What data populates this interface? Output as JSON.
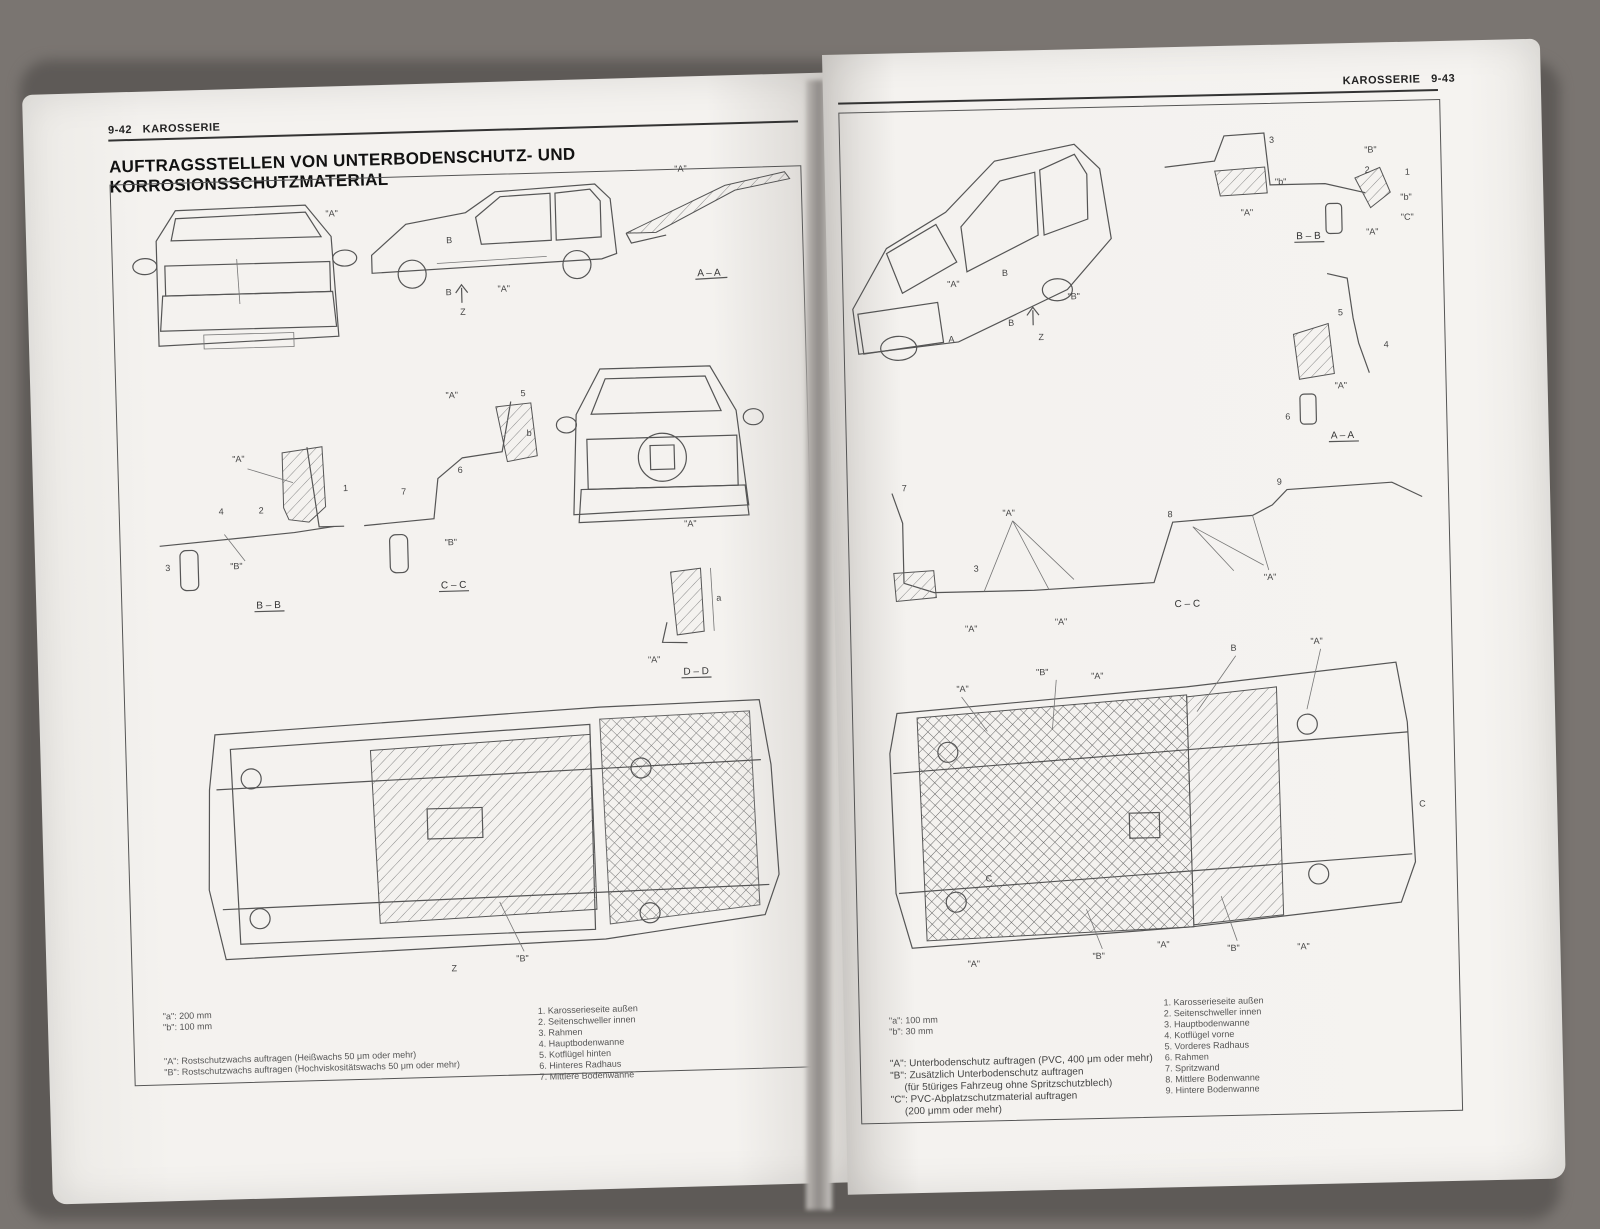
{
  "left_page": {
    "page_number": "9-42",
    "section": "KAROSSERIE",
    "title": "AUFTRAGSSTELLEN VON UNTERBODENSCHUTZ- UND KORROSIONSSCHUTZMATERIAL",
    "view_labels": {
      "aa": "A – A",
      "bb": "B – B",
      "cc": "C – C",
      "dd": "D – D",
      "z": "Z",
      "b": "B",
      "a_quote": "\"A\"",
      "b_quote": "\"B\"",
      "a_small": "a",
      "b_small": "b"
    },
    "dimensions": [
      "\"a\": 200 mm",
      "\"b\": 100 mm"
    ],
    "notes": [
      "\"A\": Rostschutzwachs auftragen (Heißwachs 50 μm oder mehr)",
      "\"B\": Rostschutzwachs auftragen (Hochviskositätswachs 50 μm oder mehr)"
    ],
    "legend": [
      "1.  Karosserieseite außen",
      "2.  Seitenschweller innen",
      "3.  Rahmen",
      "4.  Hauptbodenwanne",
      "5.  Kotflügel hinten",
      "6.  Hinteres Radhaus",
      "7.  Mittlere Bodenwanne"
    ]
  },
  "right_page": {
    "page_number": "9-43",
    "section": "KAROSSERIE",
    "view_labels": {
      "aa": "A – A",
      "bb": "B – B",
      "cc": "C – C",
      "z": "Z",
      "c": "C",
      "a_quote": "\"A\"",
      "b_quote": "\"B\"",
      "c_quote": "\"C\"",
      "b_small": "\"b\""
    },
    "dimensions": [
      "\"a\": 100 mm",
      "\"b\": 30 mm"
    ],
    "notes": [
      "\"A\": Unterbodenschutz auftragen (PVC, 400 μm oder mehr)",
      "\"B\": Zusätzlich Unterbodenschutz auftragen",
      "(für 5türiges Fahrzeug ohne Spritzschutzblech)",
      "\"C\": PVC-Abplatzschutzmaterial auftragen",
      "(200 μmm oder mehr)"
    ],
    "legend": [
      "1.  Karosserieseite außen",
      "2.  Seitenschweller innen",
      "3.  Hauptbodenwanne",
      "4.  Kotflügel vorne",
      "5.  Vorderes Radhaus",
      "6.  Rahmen",
      "7.  Spritzwand",
      "8.  Mittlere Bodenwanne",
      "9.  Hintere Bodenwanne"
    ]
  },
  "colors": {
    "background": "#7a7571",
    "paper": "#f3f1ee",
    "ink": "#333333"
  }
}
